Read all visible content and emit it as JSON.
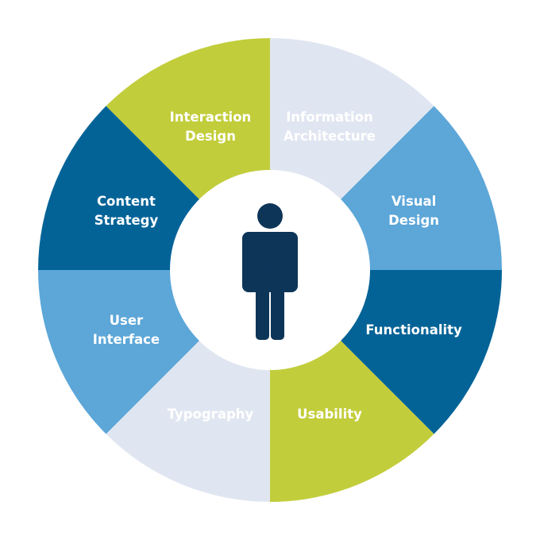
{
  "center": {
    "icon": "person-icon",
    "color": "#0d3558"
  },
  "segments": [
    {
      "id": "interaction-design",
      "lines": [
        "Interaction",
        "Design"
      ],
      "color": "#c2cd3b",
      "text_color": "#ffffff"
    },
    {
      "id": "information-architecture",
      "lines": [
        "Information",
        "Architecture"
      ],
      "color": "#e0e6f1",
      "text_color": "#ffffff"
    },
    {
      "id": "visual-design",
      "lines": [
        "Visual",
        "Design"
      ],
      "color": "#5ca6d8",
      "text_color": "#ffffff"
    },
    {
      "id": "functionality",
      "lines": [
        "Functionality"
      ],
      "color": "#036397",
      "text_color": "#ffffff"
    },
    {
      "id": "usability",
      "lines": [
        "Usability"
      ],
      "color": "#c2cd3b",
      "text_color": "#ffffff"
    },
    {
      "id": "typography",
      "lines": [
        "Typography"
      ],
      "color": "#e0e6f1",
      "text_color": "#ffffff"
    },
    {
      "id": "user-interface",
      "lines": [
        "User",
        "Interface"
      ],
      "color": "#5ca6d8",
      "text_color": "#ffffff"
    },
    {
      "id": "content-strategy",
      "lines": [
        "Content",
        "Strategy"
      ],
      "color": "#036397",
      "text_color": "#ffffff"
    }
  ]
}
